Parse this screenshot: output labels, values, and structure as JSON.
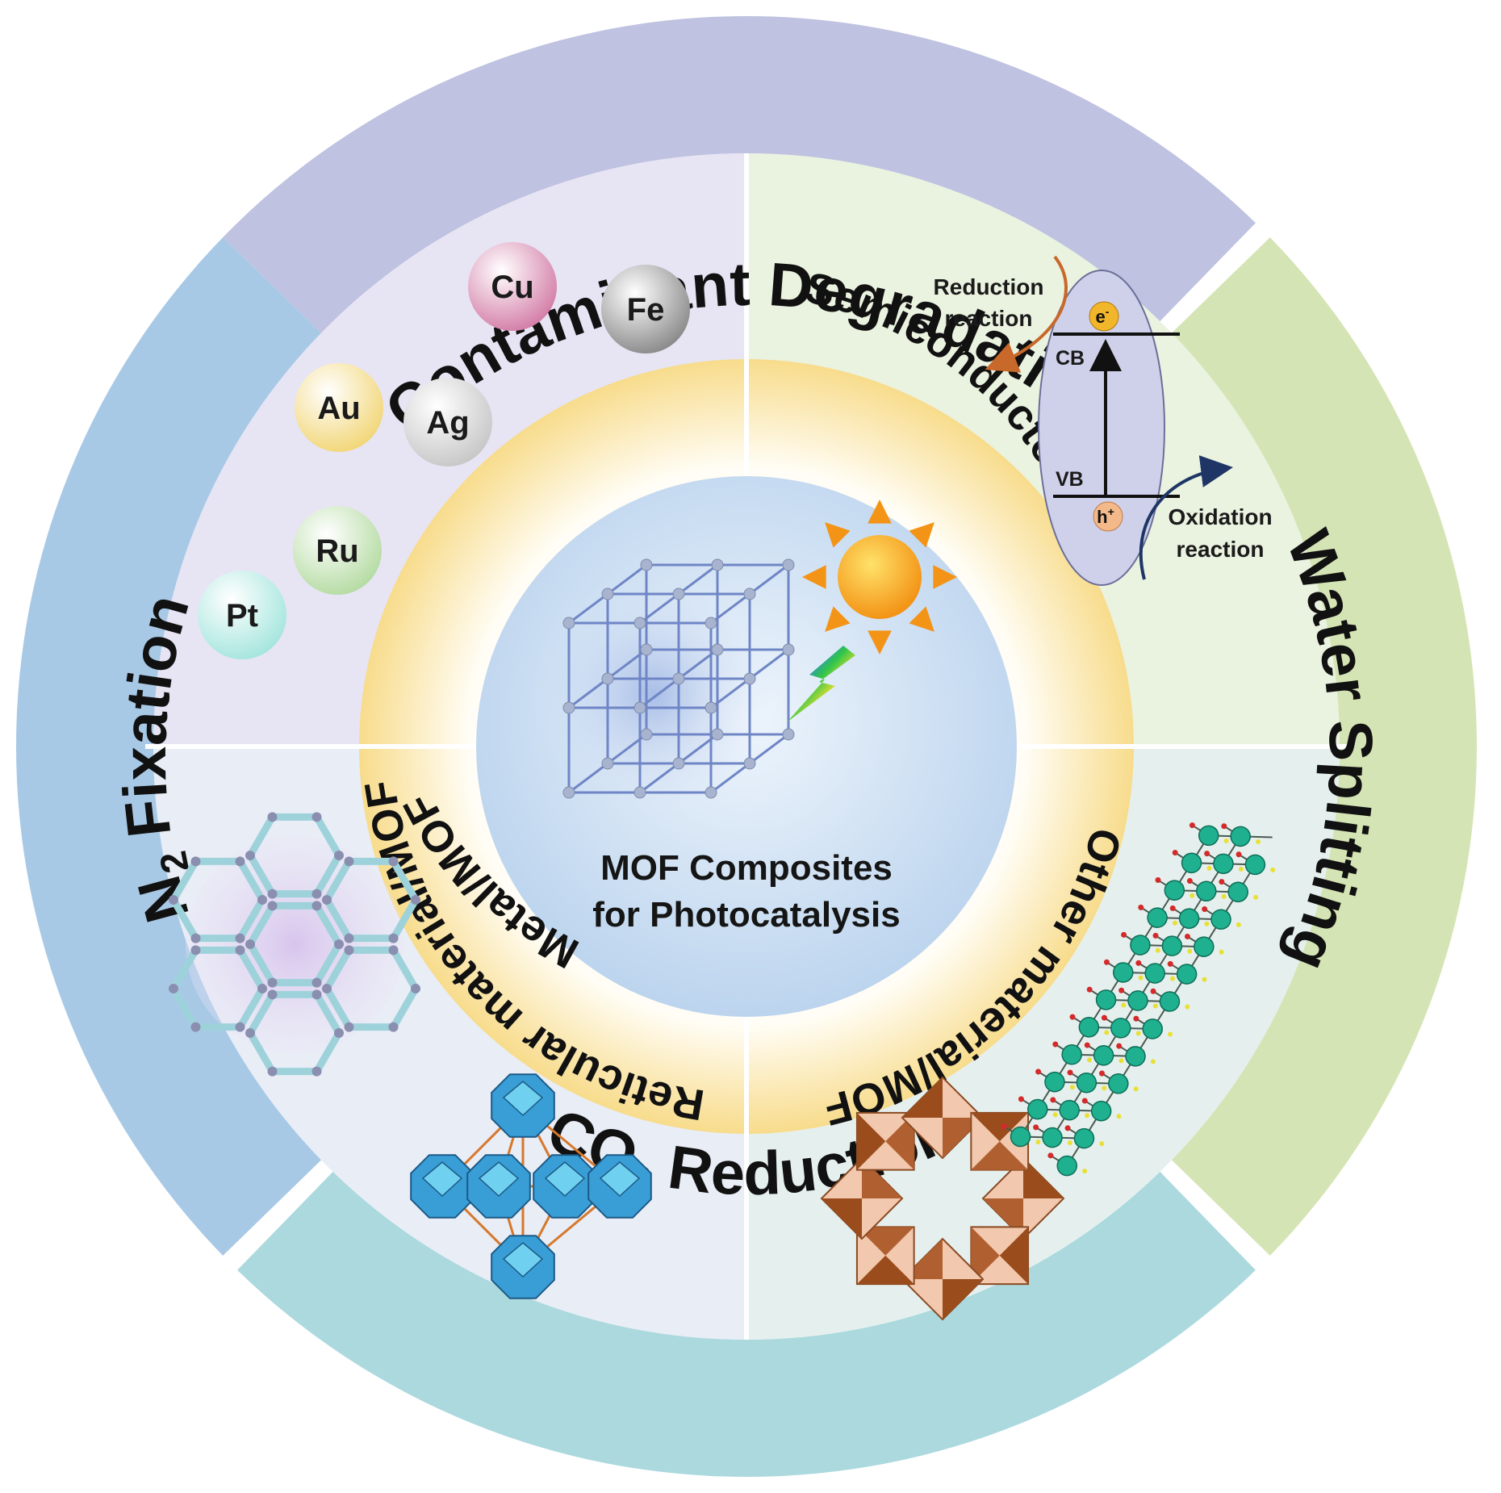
{
  "colors": {
    "contaminant": "#bfc2e0",
    "water": "#d5e4b4",
    "co2": "#abd9de",
    "n2": "#a8c9e6",
    "tl_bg": "#e7e4f4",
    "tr_bg": "#eaf2e0",
    "bl_bg": "#e8edf6",
    "br_bg": "#e5f0ee",
    "ring_gold": "#f7d98a",
    "center_blue": "#bcd4ee"
  },
  "outer": {
    "top": "Contaminant Degradation",
    "right": "Water Splitting",
    "bottom_main": "CO",
    "bottom_sub": "2",
    "bottom_rest": " Reduction",
    "left_main": "N",
    "left_sub": "2",
    "left_rest": " Fixation"
  },
  "middle": {
    "top_left": "Metal/MOF",
    "top_right": "Semiconductor/MOF",
    "bottom_left": "Reticular material/MOF",
    "bottom_right": "Other material/MOF"
  },
  "center": {
    "line1": "MOF Composites",
    "line2": "for Photocatalysis"
  },
  "metals": [
    {
      "symbol": "Cu",
      "color": "#d47fa8",
      "icon": "copper-sphere-icon"
    },
    {
      "symbol": "Fe",
      "color": "#8c8c8c",
      "icon": "iron-sphere-icon"
    },
    {
      "symbol": "Au",
      "color": "#f2d77a",
      "icon": "gold-sphere-icon"
    },
    {
      "symbol": "Ag",
      "color": "#c8c8c8",
      "icon": "silver-sphere-icon"
    },
    {
      "symbol": "Ru",
      "color": "#b6dca4",
      "icon": "ruthenium-sphere-icon"
    },
    {
      "symbol": "Pt",
      "color": "#a6e6de",
      "icon": "platinum-sphere-icon"
    }
  ],
  "band": {
    "electron_main": "e",
    "electron_sup": "-",
    "hole_main": "h",
    "hole_sup": "+",
    "cb": "CB",
    "vb": "VB",
    "reduction_line1": "Reduction",
    "reduction_line2": "reaction",
    "oxidation_line1": "Oxidation",
    "oxidation_line2": "reaction"
  }
}
